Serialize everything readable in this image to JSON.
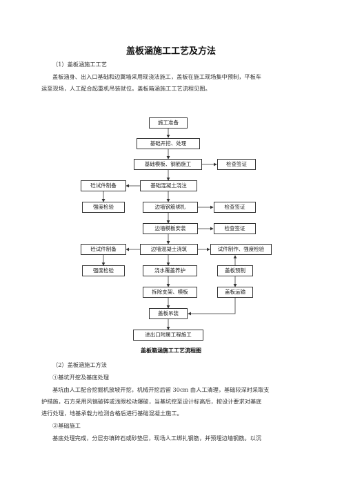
{
  "document": {
    "title": "盖板涵施工工艺及方法",
    "section1_heading": "（1）盖板涵施工工艺",
    "section1_body_line1": "盖板涵身、出入口基础和边翼墙采用现浇法施工，盖板在施工现场集中预制，平板车",
    "section1_body_line2": "运至现场，人工配合起重机吊装就位。盖板箱涵施工工艺流程见图。",
    "flowchart_caption": "盖板箱涵施工工艺流程图",
    "section2_heading": "（2）盖板涵施工方法",
    "step1_heading": "①基坑开挖及基底处理",
    "step1_body_line1": "基坑由人工配合挖掘机放坡开挖，机械开挖后留 30cm 由人工清理，基础较深时采取支",
    "step1_body_line2": "护措施，石方采用风镐破碎或浅眼松动爆破，当基坑挖至设计标高后，按设计要求对基底",
    "step1_body_line3": "进行处理，地基承载力检测合格后进行基础混凝土施工。",
    "step2_heading": "②基础施工",
    "step2_body_line1": "基底处理完成，分层夯填碎石或砂垫层，现场人工绑扎钢筋，并预埋边墙钢筋。以沉"
  },
  "flowchart": {
    "n_prep": "施工准备",
    "n_excavate": "基础开挖、处理",
    "n_formwork_rebar": "基础模板、钢筋施工",
    "n_check1": "检查签证",
    "n_specimen1": "砼试件制备",
    "n_concrete1": "基础混凝土浇注",
    "n_strength1": "强度检验",
    "n_wall_rebar": "边墙钢筋绑扎",
    "n_check2": "检查签证",
    "n_wall_form": "边墙模板安装",
    "n_check3": "检查签证",
    "n_specimen2": "砼试件制备",
    "n_wall_concrete": "边墙混凝土浇筑",
    "n_test": "试件制作、强度检验",
    "n_strength2": "强度检验",
    "n_curing": "浇水覆盖养护",
    "n_slab_precast": "盖板预制",
    "n_remove": "拆除支架、模板",
    "n_slab_transport": "盖板运输",
    "n_slab_hoist": "盖板吊装",
    "n_ancillary": "进出口附属工程施工"
  }
}
